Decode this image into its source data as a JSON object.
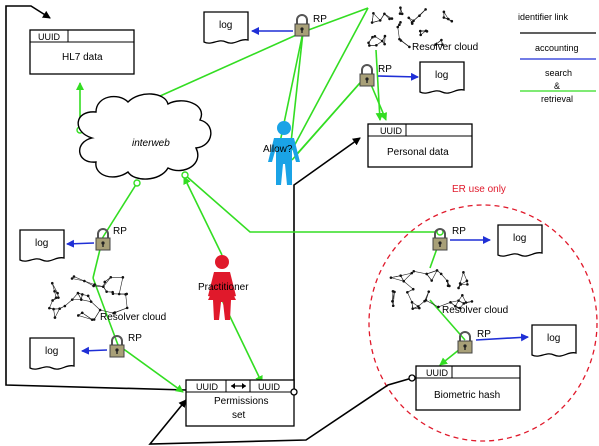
{
  "legend": {
    "identifier_link": "identifier link",
    "accounting": "accounting",
    "search_line1": "search",
    "search_line2": "&",
    "search_line3": "retrieval",
    "colors": {
      "identifier_link": "#000000",
      "accounting": "#1f2fd6",
      "search_retrieval": "#33dd22"
    }
  },
  "boxes": {
    "hl7": {
      "uuid": "UUID",
      "label": "HL7 data"
    },
    "personal": {
      "uuid": "UUID",
      "label": "Personal data"
    },
    "permissions": {
      "uuid_left": "UUID",
      "uuid_right": "UUID",
      "label_line1": "Permissions",
      "label_line2": "set"
    },
    "biometric": {
      "uuid": "UUID",
      "label": "Biometric hash"
    }
  },
  "cloud": {
    "label": "interweb"
  },
  "resolver_clouds": [
    "Resolver cloud",
    "Resolver cloud",
    "Resolver cloud"
  ],
  "rp_labels": [
    "RP",
    "RP",
    "RP",
    "RP",
    "RP",
    "RP"
  ],
  "log_labels": [
    "log",
    "log",
    "log",
    "log",
    "log",
    "log"
  ],
  "people": {
    "patient": {
      "label": "Allow?",
      "color": "#1aa3e6"
    },
    "practitioner": {
      "label": "Practitioner",
      "color": "#e0192b"
    }
  },
  "er_zone": {
    "label": "ER use only",
    "color": "#e0192b"
  }
}
